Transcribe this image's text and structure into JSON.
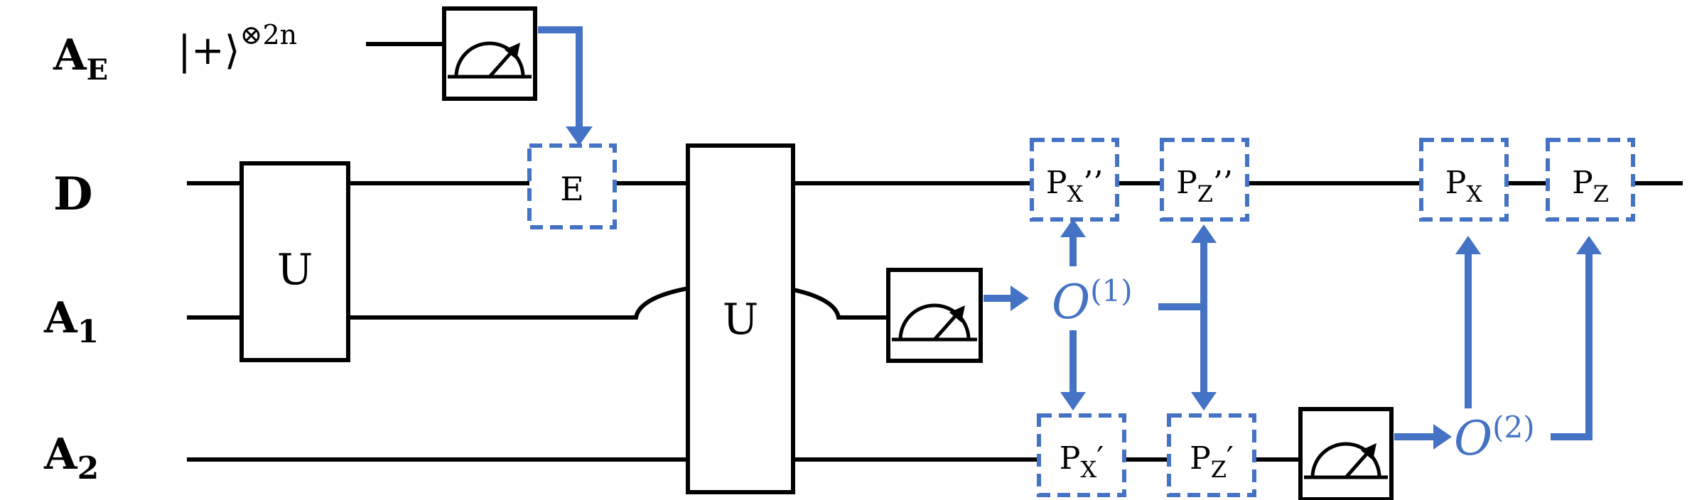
{
  "colors": {
    "wire": "#000000",
    "classical": "#4472C4",
    "background": "#ffffff"
  },
  "qubits": [
    {
      "main": "A",
      "sub": "E"
    },
    {
      "main": "D",
      "sub": ""
    },
    {
      "main": "A",
      "sub": "1"
    },
    {
      "main": "A",
      "sub": "2"
    }
  ],
  "initial_state": {
    "ket": "|+⟩",
    "power": "⊗2n"
  },
  "gates": {
    "u1": "U",
    "u2": "U",
    "e": "E",
    "px2": {
      "base": "P",
      "sub": "X",
      "prime": "’’"
    },
    "pz2": {
      "base": "P",
      "sub": "Z",
      "prime": "’’"
    },
    "px": {
      "base": "P",
      "sub": "X",
      "prime": ""
    },
    "pz": {
      "base": "P",
      "sub": "Z",
      "prime": ""
    },
    "px1": {
      "base": "P",
      "sub": "X",
      "prime": "′"
    },
    "pz1": {
      "base": "P",
      "sub": "Z",
      "prime": "′"
    }
  },
  "outcomes": {
    "o1": {
      "symbol": "O",
      "sup": "(1)"
    },
    "o2": {
      "symbol": "O",
      "sup": "(2)"
    }
  },
  "icons": [
    "measurement-meter-icon"
  ]
}
